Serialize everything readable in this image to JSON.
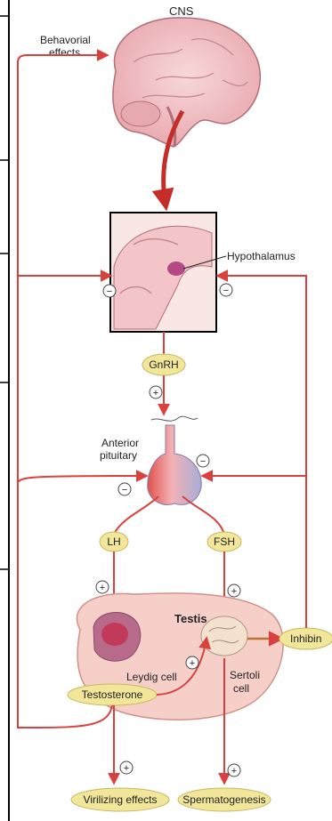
{
  "labels": {
    "cns": "CNS",
    "behavioral_line1": "Behavorial",
    "behavioral_line2": "effects",
    "hypothalamus": "Hypothalamus",
    "gnrh": "GnRH",
    "anterior_line1": "Anterior",
    "anterior_line2": "pituitary",
    "lh": "LH",
    "fsh": "FSH",
    "testis": "Testis",
    "inhibin": "Inhibin",
    "leydig": "Leydig cell",
    "sertoli_line1": "Sertoli",
    "sertoli_line2": "cell",
    "testosterone": "Testosterone",
    "virilizing": "Virilizing effects",
    "spermatogenesis": "Spermatogenesis"
  },
  "signs": {
    "plus": "+",
    "minus": "−"
  },
  "colors": {
    "arrow": "#d9413e",
    "pill_fill": "#f1e69a",
    "pill_stroke": "#c8b960",
    "testis_fill": "#f6cfc9",
    "testis_stroke": "#d0928a",
    "brain_fill": "#f2c6c9",
    "black_border": "#000000"
  }
}
